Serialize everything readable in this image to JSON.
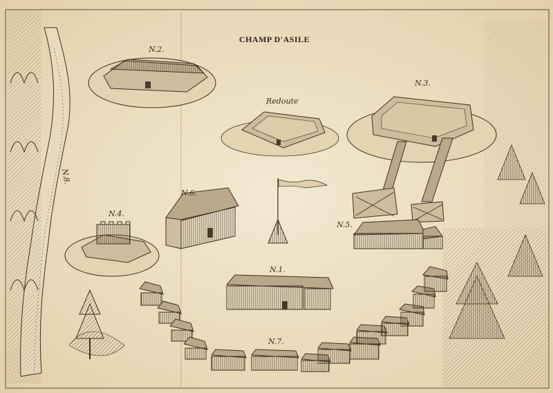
{
  "map": {
    "title": "CHAMP D'ASILE",
    "labels": {
      "n2": "N.2.",
      "redoute": "Redoute",
      "n3": "N.3.",
      "n6": "N.6.",
      "n4": "N.4.",
      "n5": "N.5.",
      "n1": "N.1.",
      "n7": "N.7.",
      "n8": "N.8."
    }
  },
  "colors": {
    "paper": "#ece0c4",
    "ink": "#3c2f22",
    "shade": "#b9a88a"
  },
  "icons": [
    "fort-icon",
    "redoubt-icon",
    "barracks-icon",
    "flag-icon",
    "tent-icon",
    "tree-icon",
    "river-icon"
  ]
}
